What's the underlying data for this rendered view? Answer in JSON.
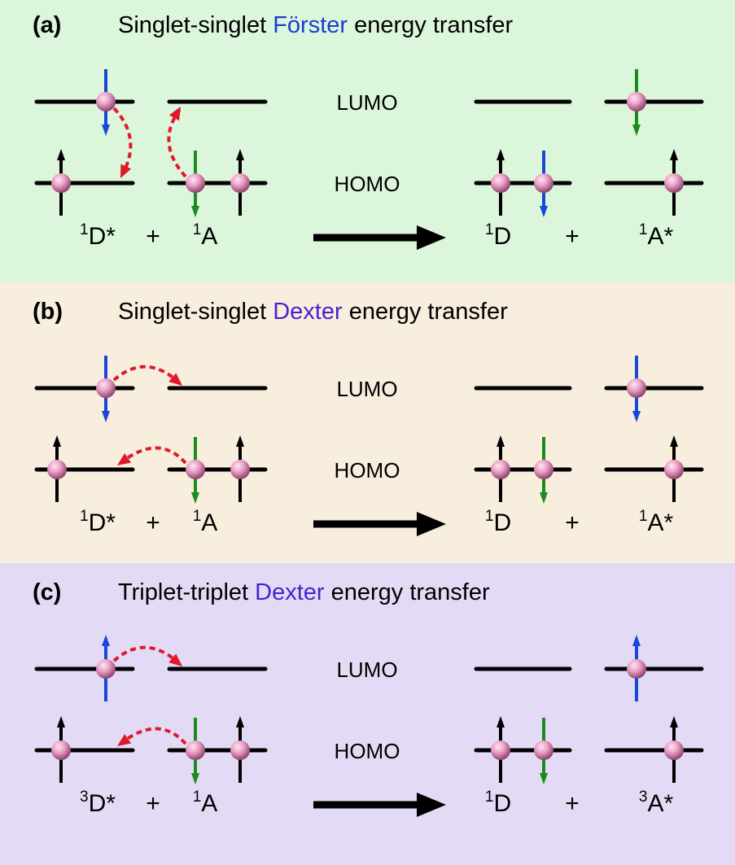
{
  "colors": {
    "panel_a_bg": "#dcf6dc",
    "panel_b_bg": "#f7eedd",
    "panel_c_bg": "#e3dbf5",
    "forster_word": "#1a3fd0",
    "dexter_word": "#4a1fd0",
    "spin_blue": "#1748d8",
    "spin_green": "#1c8a1c",
    "transfer_arrow": "#e0182b",
    "electron": "#eaa0c6"
  },
  "panels": [
    {
      "tag": "(a)",
      "title_pre": "Singlet-singlet ",
      "title_key": "Förster",
      "title_post": " energy transfer",
      "lumo_label": "LUMO",
      "homo_label": "HOMO",
      "reactants": {
        "d_sup": "1",
        "d": "D*",
        "plus": "+",
        "a_sup": "1",
        "a": "A"
      },
      "products": {
        "d_sup": "1",
        "d": "D",
        "plus": "+",
        "a_sup": "1",
        "a": "A*"
      }
    },
    {
      "tag": "(b)",
      "title_pre": "Singlet-singlet ",
      "title_key": "Dexter",
      "title_post": " energy transfer",
      "lumo_label": "LUMO",
      "homo_label": "HOMO",
      "reactants": {
        "d_sup": "1",
        "d": "D*",
        "plus": "+",
        "a_sup": "1",
        "a": "A"
      },
      "products": {
        "d_sup": "1",
        "d": "D",
        "plus": "+",
        "a_sup": "1",
        "a": "A*"
      }
    },
    {
      "tag": "(c)",
      "title_pre": "Triplet-triplet ",
      "title_key": "Dexter",
      "title_post": " energy transfer",
      "lumo_label": "LUMO",
      "homo_label": "HOMO",
      "reactants": {
        "d_sup": "3",
        "d": "D*",
        "plus": "+",
        "a_sup": "1",
        "a": "A"
      },
      "products": {
        "d_sup": "1",
        "d": "D",
        "plus": "+",
        "a_sup": "3",
        "a": "A*"
      }
    }
  ]
}
